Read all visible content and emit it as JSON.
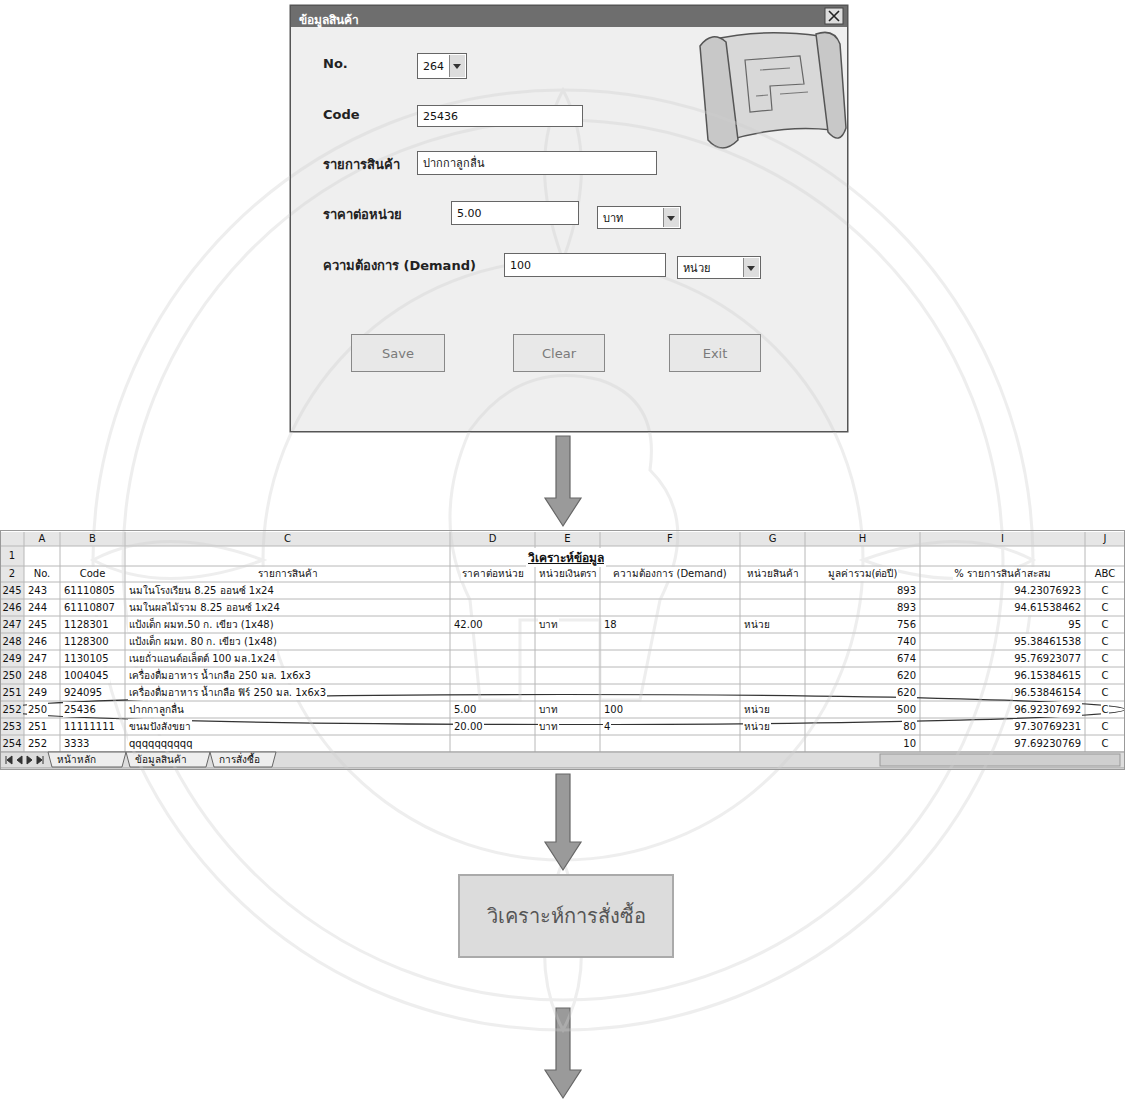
{
  "diagram": {
    "nodes": [
      {
        "text": [
          "ข้อมูลสินค้า",
          "No.",
          "Code",
          "รายการสินค้า",
          "ราคาต่อหน่วย",
          "ความต้องการ (Demand)"
        ]
      },
      {
        "text": [
          "264"
        ],
        "in": 0
      },
      {
        "text": [
          "25436"
        ],
        "in": 0
      },
      {
        "text": [
          "ปากกาลูกลื่น"
        ],
        "in": 0
      },
      {
        "text": [
          "5.00"
        ],
        "in": 0
      },
      {
        "text": [
          "บาท"
        ],
        "in": 0
      },
      {
        "text": [
          "100"
        ],
        "in": 0
      },
      {
        "text": [
          "หน่วย"
        ],
        "in": 0
      },
      {
        "text": [
          "Save"
        ],
        "in": 0
      },
      {
        "text": [
          "Clear"
        ],
        "in": 0
      },
      {
        "text": [
          "Exit"
        ],
        "in": 0
      },
      {
        "text": [
          "วิเคราะห์ข้อมูล"
        ]
      },
      {
        "text": [
          "วิเคราะห์การสั่งซื้อ"
        ]
      }
    ],
    "edges": [
      {
        "from": 0,
        "to": 11,
        "arrow": "to"
      },
      {
        "from": 11,
        "to": 12,
        "arrow": "to"
      }
    ],
    "labels": [
      "A",
      "B",
      "C",
      "D",
      "E",
      "F",
      "G",
      "H",
      "I",
      "J",
      "1",
      "2",
      "245",
      "246",
      "247",
      "248",
      "249",
      "250",
      "251",
      "252",
      "253",
      "254",
      "No.",
      "Code",
      "รายการสินค้า",
      "ราคาต่อหน่วย",
      "หน่วยเงินตรา",
      "ความต้องการ (Demand)",
      "หน่วยสินค้า",
      "มูลค่ารวม(ต่อปี)",
      "% รายการสินค้าสะสม",
      "ABC",
      "243",
      "61110805",
      "นมในโรงเรียน 8.25 ออนซ์ 1x24",
      "893",
      "94.23076923",
      "C",
      "244",
      "61110807",
      "นมในผลไม้รวม 8.25 ออนซ์ 1x24",
      "893",
      "94.61538462",
      "C",
      "245",
      "1128301",
      "แป้งเด็ก ผมท.50 ก. เขียว (1x48)",
      "42.00",
      "บาท",
      "18",
      "หน่วย",
      "756",
      "95",
      "C",
      "246",
      "1128300",
      "แป้งเด็ก ผมท. 80 ก. เขียว (1x48)",
      "740",
      "95.38461538",
      "C",
      "247",
      "1130105",
      "เนยถั่วแอนด์อเล็ตต์ 100 มล.1x24",
      "674",
      "95.76923077",
      "C",
      "248",
      "1004045",
      "เครื่องดื่มอาหาร น้ำเกลือ 250 มล. 1x6x3",
      "620",
      "96.15384615",
      "C",
      "249",
      "924095",
      "เครื่องดื่มอาหาร น้ำเกลือ ฟิร์ 250 มล. 1x6x3",
      "620",
      "96.53846154",
      "C",
      "250",
      "25436",
      "ปากกาลูกลื่น",
      "5.00",
      "บาท",
      "100",
      "หน่วย",
      "500",
      "96.92307692",
      "C",
      "251",
      "11111111",
      "ขนมปังสังขยา",
      "20.00",
      "บาท",
      "4",
      "หน่วย",
      "80",
      "97.30769231",
      "C",
      "252",
      "3333",
      "qqqqqqqqqq",
      "10",
      "97.69230769",
      "C",
      "หน้าหลัก",
      "ข้อมูลสินค้า",
      "การสั่งซื้อ"
    ]
  }
}
